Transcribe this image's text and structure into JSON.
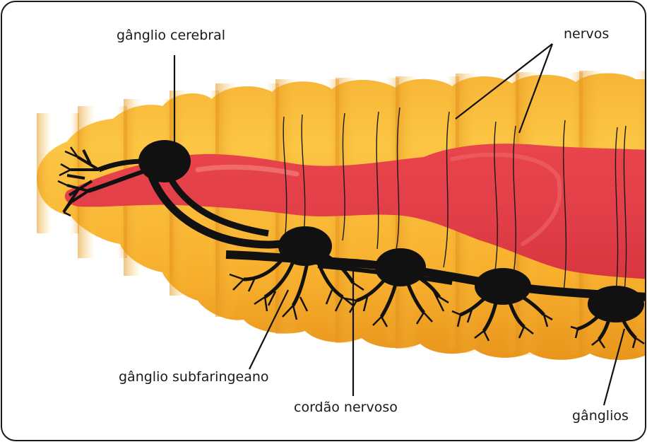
{
  "labels": {
    "cerebral": "gânglio cerebral",
    "nerves": "nervos",
    "subpharyngeal": "gânglio subfaringeano",
    "cord": "cordão nervoso",
    "ganglia": "gânglios"
  },
  "colors": {
    "body_light": "#fbc23d",
    "body_dark": "#e9971d",
    "gut": "#e4414a",
    "gut_highlight": "#f27b77",
    "nervous_system": "#111111",
    "frame": "#1a1a1a"
  }
}
